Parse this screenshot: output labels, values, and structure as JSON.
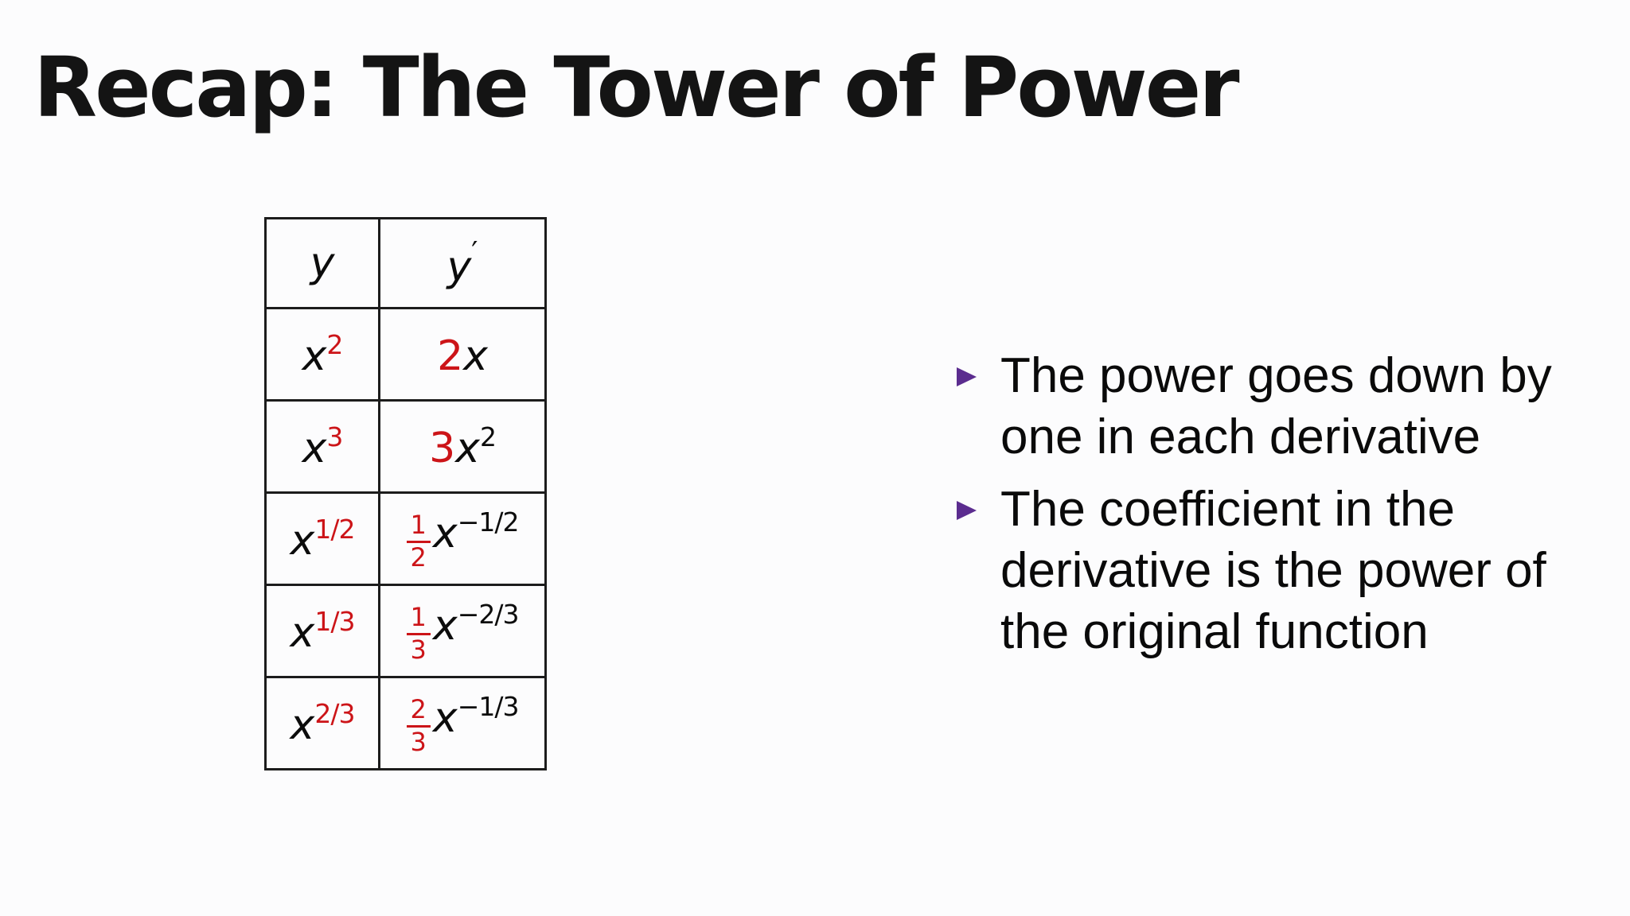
{
  "slide": {
    "title": "Recap: The Tower of Power"
  },
  "colors": {
    "accent_red": "#cc1418",
    "bullet_purple": "#5b2c8f",
    "text_black": "#0c0c0c",
    "border_black": "#1c1c1c",
    "background": "#fcfcfd"
  },
  "table": {
    "header": {
      "y": "y",
      "y_prime_base": "y",
      "prime_mark": "′"
    },
    "rows": [
      {
        "y": {
          "base": "x",
          "exp": "2"
        },
        "yp": {
          "coef": "2",
          "base": "x",
          "exp": ""
        }
      },
      {
        "y": {
          "base": "x",
          "exp": "3"
        },
        "yp": {
          "coef": "3",
          "base": "x",
          "exp": "2"
        }
      },
      {
        "y": {
          "base": "x",
          "exp": "1/2"
        },
        "yp": {
          "num": "1",
          "den": "2",
          "base": "x",
          "exp": "−1/2"
        }
      },
      {
        "y": {
          "base": "x",
          "exp": "1/3"
        },
        "yp": {
          "num": "1",
          "den": "3",
          "base": "x",
          "exp": "−2/3"
        }
      },
      {
        "y": {
          "base": "x",
          "exp": "2/3"
        },
        "yp": {
          "num": "2",
          "den": "3",
          "base": "x",
          "exp": "−1/3"
        }
      }
    ]
  },
  "bullets": [
    {
      "text": "The power goes down by one in each derivative",
      "lines": [
        "The power goes down by",
        "one in each derivative"
      ]
    },
    {
      "text": "The coefficient in the derivative is the power of the original function",
      "lines": [
        "The coefficient in the",
        "derivative is the power of",
        "the original function"
      ]
    }
  ]
}
